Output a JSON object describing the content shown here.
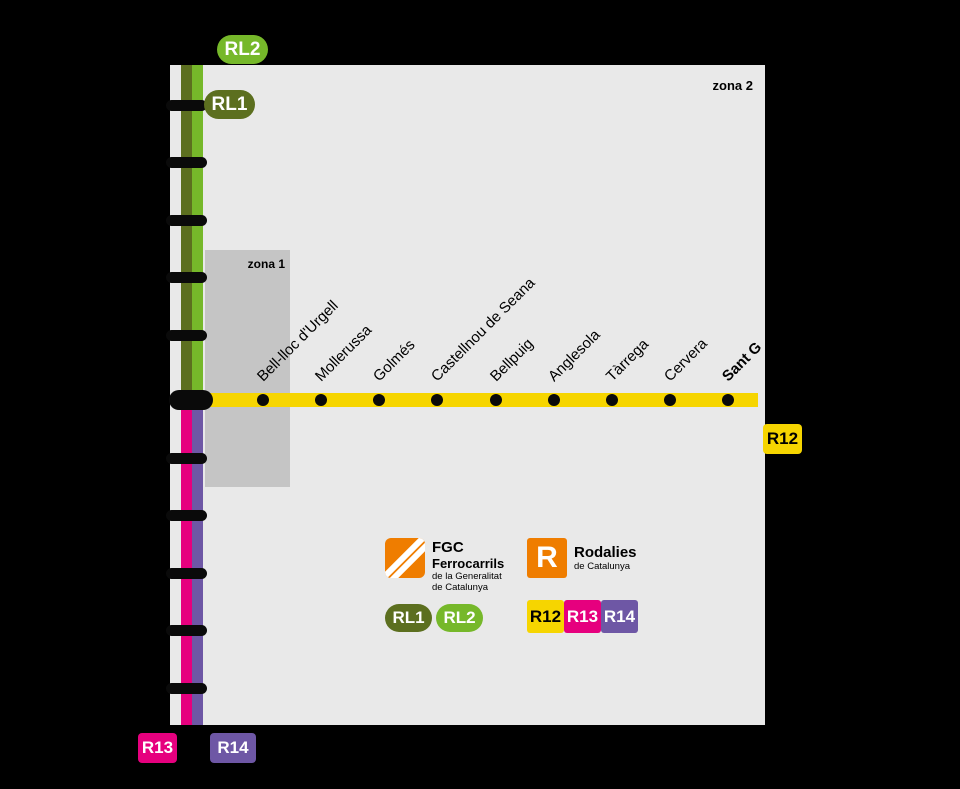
{
  "zones": {
    "zone1": "zona 1",
    "zone2": "zona 2"
  },
  "badges": {
    "rl1": "RL1",
    "rl2": "RL2",
    "r12": "R12",
    "r13": "R13",
    "r14": "R14"
  },
  "stations": [
    {
      "name": "Bell-lloc d'Urgell",
      "bold": false
    },
    {
      "name": "Mollerussa",
      "bold": false
    },
    {
      "name": "Golmés",
      "bold": false
    },
    {
      "name": "Castellnou de Seana",
      "bold": false
    },
    {
      "name": "Bellpuig",
      "bold": false
    },
    {
      "name": "Anglesola",
      "bold": false
    },
    {
      "name": "Tàrrega",
      "bold": false
    },
    {
      "name": "Cervera",
      "bold": false
    },
    {
      "name": "Sant G",
      "bold": true
    }
  ],
  "legend": {
    "fgc": {
      "title": "FGC",
      "subtitle": "Ferrocarrils",
      "line3": "de la Generalitat",
      "line4": "de Catalunya"
    },
    "rodalies": {
      "logo_letter": "R",
      "title": "Rodalies",
      "subtitle": "de Catalunya"
    }
  },
  "colors": {
    "map_bg": "#e9e9e9",
    "zone_fill": "#c5c5c5",
    "rl1": "#5c6f1f",
    "rl2": "#76b82a",
    "r12": "#f6d500",
    "r13": "#e6007e",
    "r14": "#6e57a5",
    "fgc_orange": "#ef7d00",
    "rodalies_orange": "#ef7d00",
    "marker": "#0a0a0a"
  }
}
